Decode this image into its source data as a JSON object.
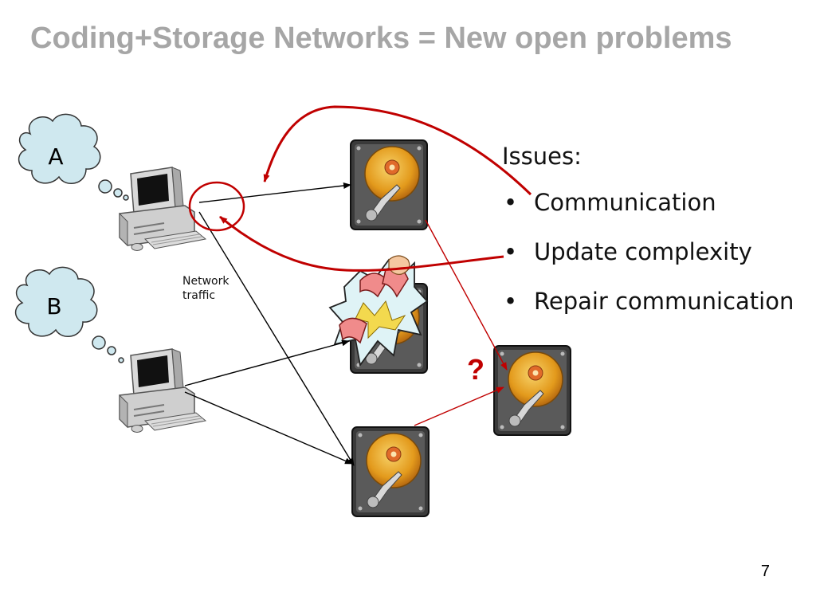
{
  "slide": {
    "title": "Coding+Storage Networks = New open problems",
    "page_number": "7"
  },
  "clouds": [
    {
      "label": "A"
    },
    {
      "label": "B"
    }
  ],
  "network_label": {
    "line1": "Network",
    "line2": "traffic"
  },
  "question_mark": "?",
  "issues": {
    "heading": "Issues:",
    "bullet_char": "•",
    "items": [
      {
        "label": "Communication"
      },
      {
        "label": "Update complexity"
      },
      {
        "label": "Repair communication"
      }
    ]
  },
  "colors": {
    "title": "#a6a6a6",
    "accent_red": "#c00000",
    "arrow_black": "#000000",
    "cloud_fill": "#cfe8ef",
    "disk_platter": "#e8a020"
  },
  "icons": {
    "computers": [
      "desktop-computer-icon",
      "desktop-computer-icon"
    ],
    "drives": [
      "hard-drive-icon",
      "hard-drive-icon",
      "hard-drive-icon",
      "hard-drive-icon"
    ],
    "failure": "broken-explosion-icon"
  }
}
